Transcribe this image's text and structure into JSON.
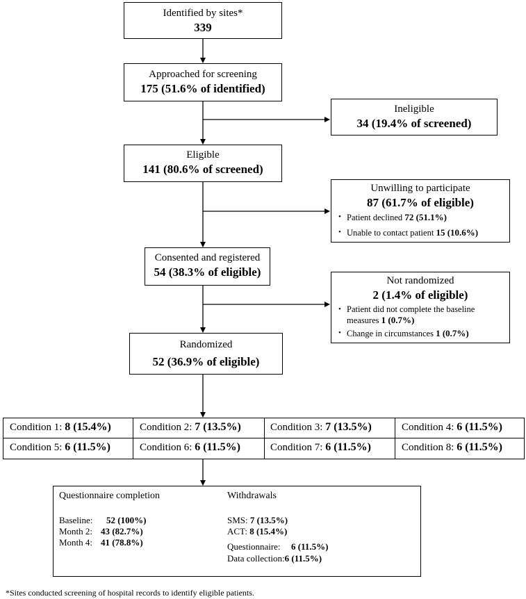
{
  "identified": {
    "label": "Identified by sites*",
    "value": "339"
  },
  "approached": {
    "label": "Approached for screening",
    "value": "175 (51.6% of identified)"
  },
  "ineligible": {
    "label": "Ineligible",
    "value": "34 (19.4% of screened)"
  },
  "eligible": {
    "label": "Eligible",
    "value": "141 (80.6% of screened)"
  },
  "unwilling": {
    "label": "Unwilling to participate",
    "value": "87 (61.7% of eligible)",
    "items": [
      {
        "text": "Patient declined",
        "value": "72 (51.1%)"
      },
      {
        "text": "Unable to contact patient",
        "value": "15 (10.6%)"
      }
    ]
  },
  "consented": {
    "label": "Consented and registered",
    "value": "54 (38.3% of eligible)"
  },
  "not_randomized": {
    "label": "Not randomized",
    "value": "2 (1.4% of eligible)",
    "items": [
      {
        "text_line1": "Patient did not complete the baseline",
        "text_line2": "measures",
        "value": "1 (0.7%)"
      },
      {
        "text": "Change in circumstances",
        "value": "1 (0.7%)"
      }
    ]
  },
  "randomized": {
    "label": "Randomized",
    "value": "52 (36.9% of eligible)"
  },
  "conditions": [
    {
      "label": "Condition 1:",
      "value": "8 (15.4%)"
    },
    {
      "label": "Condition 2:",
      "value": "7 (13.5%)"
    },
    {
      "label": "Condition 3:",
      "value": "7 (13.5%)"
    },
    {
      "label": "Condition 4:",
      "value": "6 (11.5%)"
    },
    {
      "label": "Condition 5:",
      "value": "6 (11.5%)"
    },
    {
      "label": "Condition 6:",
      "value": "6 (11.5%)"
    },
    {
      "label": "Condition 7:",
      "value": "6 (11.5%)"
    },
    {
      "label": "Condition 8:",
      "value": "6 (11.5%)"
    }
  ],
  "completion": {
    "heading": "Questionnaire completion",
    "rows": [
      {
        "label": "Baseline:",
        "value": "52 (100%)"
      },
      {
        "label": "Month 2:",
        "value": "43 (82.7%)"
      },
      {
        "label": "Month 4:",
        "value": "41 (78.8%)"
      }
    ]
  },
  "withdrawals": {
    "heading": "Withdrawals",
    "rows": [
      {
        "label": "SMS:",
        "value": "7 (13.5%)"
      },
      {
        "label": "ACT:",
        "value": "8 (15.4%)"
      },
      {
        "label": "Questionnaire:",
        "value": "6 (11.5%)"
      },
      {
        "label": "Data collection:",
        "value": "6 (11.5%)"
      }
    ]
  },
  "footnote": "*Sites conducted screening of hospital records to identify eligible patients."
}
